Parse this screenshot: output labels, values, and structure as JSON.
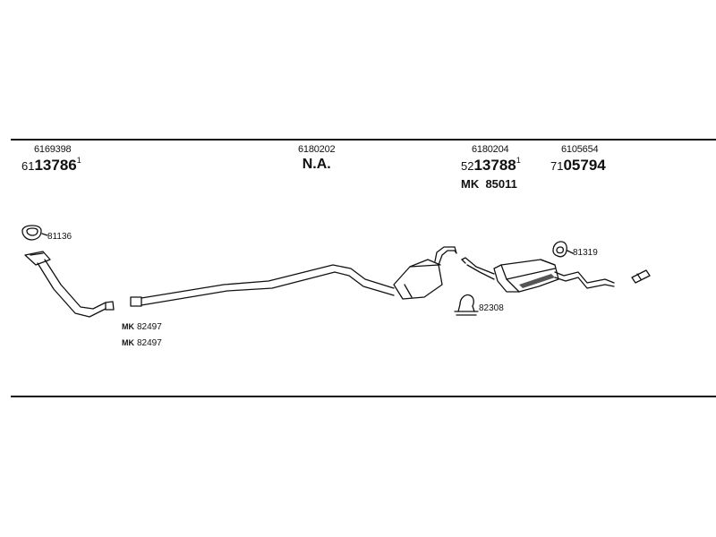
{
  "columns": [
    {
      "key": "front",
      "ref_no": "6169398",
      "prefix": "61",
      "big": "13786",
      "sup": "1"
    },
    {
      "key": "middle",
      "ref_no": "6180202",
      "na": "N.A."
    },
    {
      "key": "rear",
      "ref_no": "6180204",
      "prefix": "52",
      "big": "13788",
      "sup": "1",
      "sub": "MK  85011"
    },
    {
      "key": "tail",
      "ref_no": "6105654",
      "prefix": "71",
      "big": "05794"
    }
  ],
  "callouts": {
    "gasket": "81136",
    "clamp_1": "82497",
    "clamp_2": "82497",
    "u_clamp": "82308",
    "rubber_mount": "81319",
    "kit_mark": "MK"
  },
  "colors": {
    "line": "#111111",
    "background": "#ffffff",
    "muffler_shade": "#555555"
  }
}
